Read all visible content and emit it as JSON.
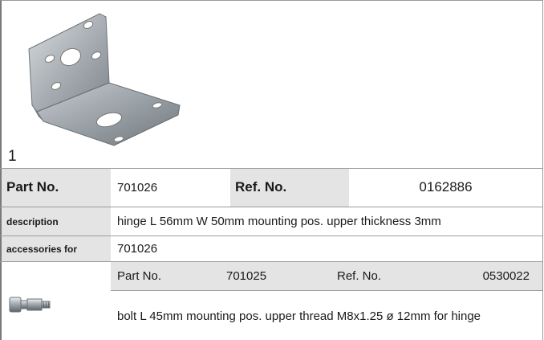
{
  "product": {
    "image_index": "1",
    "part_no_label": "Part No.",
    "part_no": "701026",
    "ref_no_label": "Ref. No.",
    "ref_no": "0162886",
    "description_label": "description",
    "description": "hinge  L 56mm W 50mm mounting pos. upper thickness 3mm",
    "accessories_label": "accessories for",
    "accessories_for": "701026"
  },
  "accessory": {
    "part_no_label": "Part No.",
    "part_no": "701025",
    "ref_no_label": "Ref. No.",
    "ref_no": "0530022",
    "description": "bolt  L 45mm mounting pos. upper thread M8x1.25 ø 12mm for hinge"
  },
  "colors": {
    "label_bg": "#e4e4e4",
    "border": "#9c9c9c",
    "text": "#1a1a1a"
  },
  "icons": {
    "product_image": "hinge-bracket-image",
    "accessory_image": "bolt-image"
  }
}
